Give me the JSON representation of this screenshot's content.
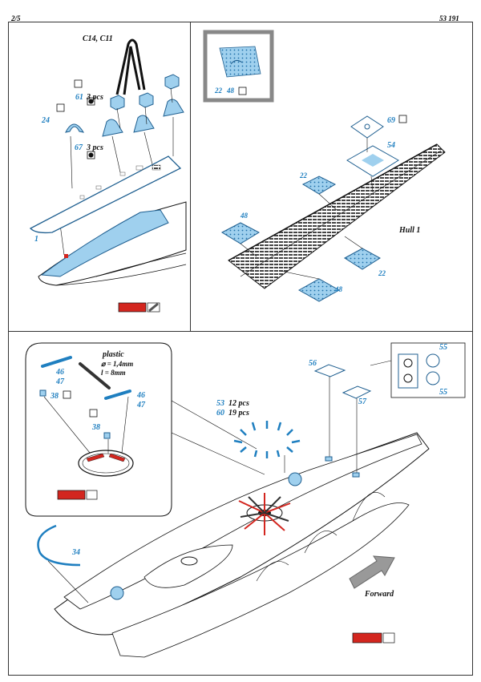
{
  "header": {
    "page": "2/5",
    "code": "53 191"
  },
  "top_left": {
    "part_c14_c11": "C14,  C11",
    "part_61": "61",
    "qty_61": "3 pcs",
    "part_67": "67",
    "qty_67": "3 pcs",
    "part_24": "24",
    "part_1": "1"
  },
  "top_right": {
    "inset_22": "22",
    "inset_48": "48",
    "part_69": "69",
    "part_54": "54",
    "part_22a": "22",
    "part_22b": "22",
    "part_48a": "48",
    "part_48b": "48",
    "hull_label": "Hull 1"
  },
  "bottom": {
    "plastic": "plastic",
    "diameter": "⌀ = 1,4mm",
    "length": "l = 8mm",
    "part_46a": "46",
    "part_47a": "47",
    "part_46b": "46",
    "part_47b": "47",
    "part_38a": "38",
    "part_38b": "38",
    "part_53": "53",
    "qty_53": "12 pcs",
    "part_60": "60",
    "qty_60": "19 pcs",
    "part_56": "56",
    "part_57": "57",
    "part_55a": "55",
    "part_55b": "55",
    "part_34": "34",
    "forward": "Forward"
  },
  "colors": {
    "accent_blue": "#1f7fc0",
    "part_blue": "#9fd0ee",
    "paint_red": "#d3261f"
  }
}
